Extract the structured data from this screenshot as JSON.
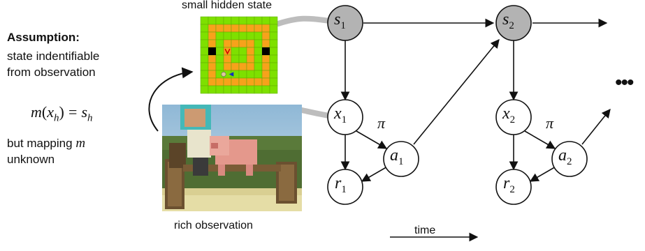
{
  "caption_top": "small hidden state",
  "caption_bottom": "rich observation",
  "assumption": {
    "title": "Assumption:",
    "line1": "state indentifiable",
    "line2": "from observation",
    "formula_m": "m",
    "formula_x": "x",
    "formula_h": "h",
    "formula_eq": "=",
    "formula_s": "s",
    "note1": "but mapping",
    "note_m": "m",
    "note2": "unknown"
  },
  "nodes": {
    "s1": {
      "sym": "s",
      "sub": "1"
    },
    "s2": {
      "sym": "s",
      "sub": "2"
    },
    "x1": {
      "sym": "x",
      "sub": "1"
    },
    "x2": {
      "sym": "x",
      "sub": "2"
    },
    "a1": {
      "sym": "a",
      "sub": "1"
    },
    "a2": {
      "sym": "a",
      "sub": "2"
    },
    "r1": {
      "sym": "r",
      "sub": "1"
    },
    "r2": {
      "sym": "r",
      "sub": "2"
    }
  },
  "policy_symbol": "π",
  "ellipsis": "•••",
  "time_label": "time",
  "colors": {
    "hidden_node_fill": "#b3b3b3",
    "grid_green": "#7ee000",
    "grid_orange": "#f7a21b",
    "connector_gray": "#bdbdbd"
  }
}
